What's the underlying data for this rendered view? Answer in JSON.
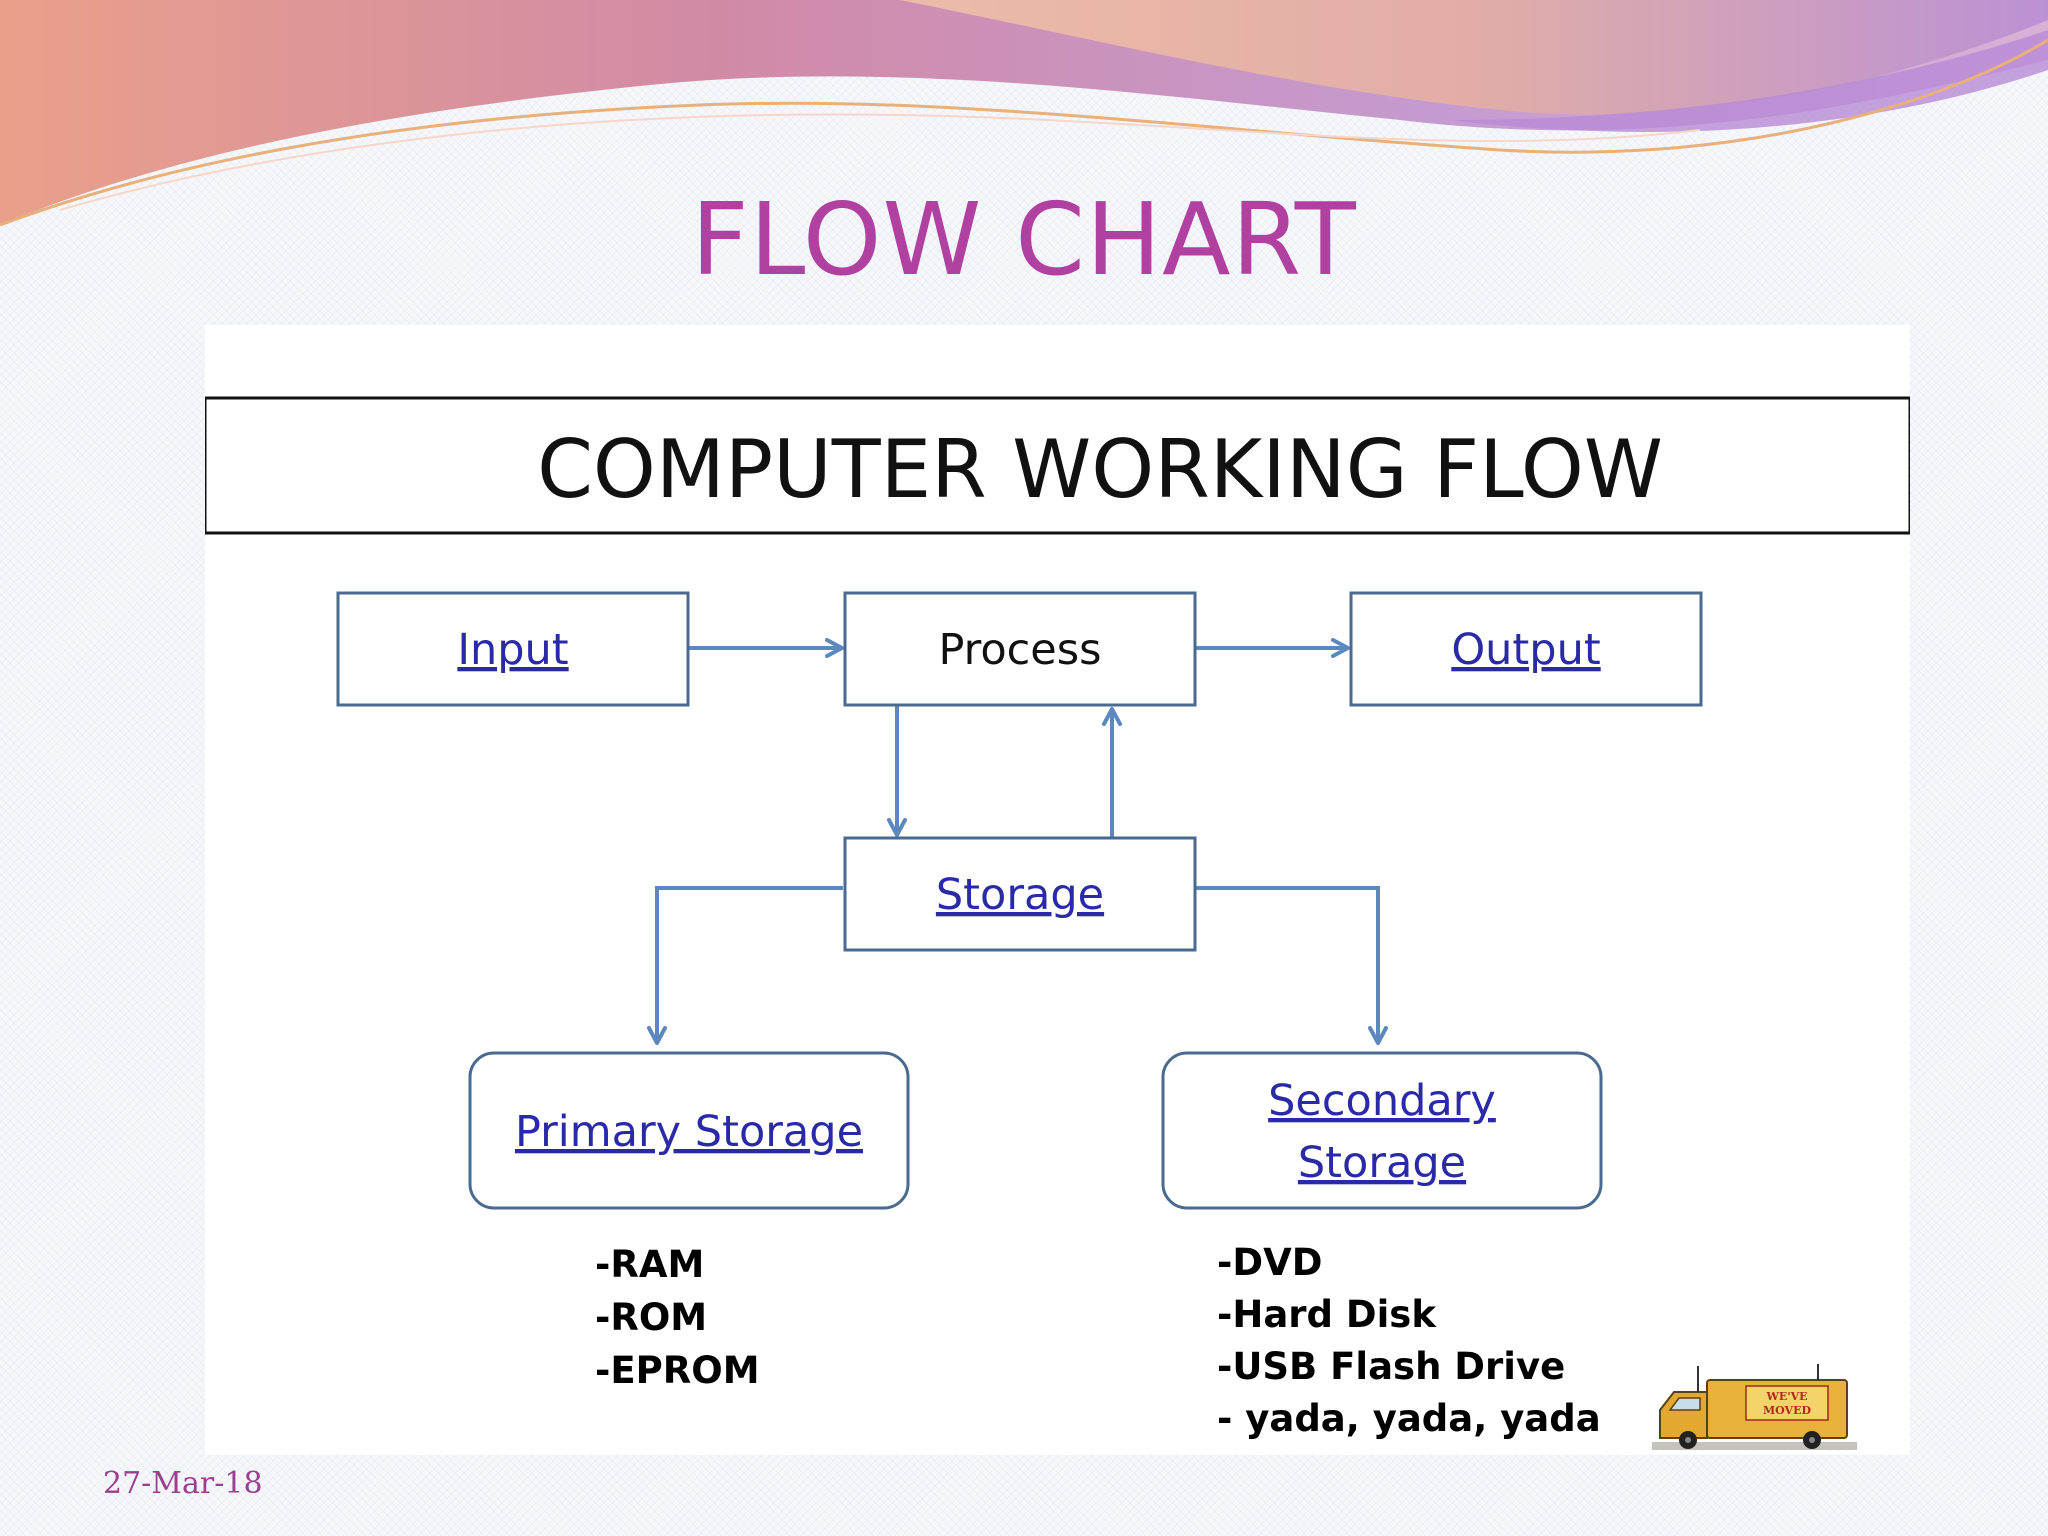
{
  "slide": {
    "title": "FLOW CHART",
    "date": "27-Mar-18"
  },
  "diagram": {
    "heading": "COMPUTER WORKING FLOW",
    "nodes": {
      "input": "Input",
      "process": "Process",
      "output": "Output",
      "storage": "Storage",
      "primary_storage": "Primary Storage",
      "secondary_storage_line1": "Secondary",
      "secondary_storage_line2": "Storage"
    },
    "edges": [
      {
        "from": "Input",
        "to": "Process"
      },
      {
        "from": "Process",
        "to": "Output"
      },
      {
        "from": "Process",
        "to": "Storage"
      },
      {
        "from": "Storage",
        "to": "Process"
      },
      {
        "from": "Storage",
        "to": "Primary Storage"
      },
      {
        "from": "Storage",
        "to": "Secondary Storage"
      }
    ],
    "primary_list": [
      "-RAM",
      "-ROM",
      "-EPROM"
    ],
    "secondary_list": [
      "-DVD",
      "-Hard Disk",
      "-USB Flash Drive",
      "- yada, yada, yada"
    ]
  },
  "truck": {
    "icon": "moving-truck-icon",
    "sign_line1": "WE'VE",
    "sign_line2": "MOVED"
  },
  "colors": {
    "title": "#b041a0",
    "date": "#9b3f8e",
    "box_border": "#4a6a8f",
    "arrow": "#5b89bf",
    "link_text": "#2a2aa8",
    "wave_pink": "#d8869f",
    "wave_purple": "#b99ad6"
  }
}
